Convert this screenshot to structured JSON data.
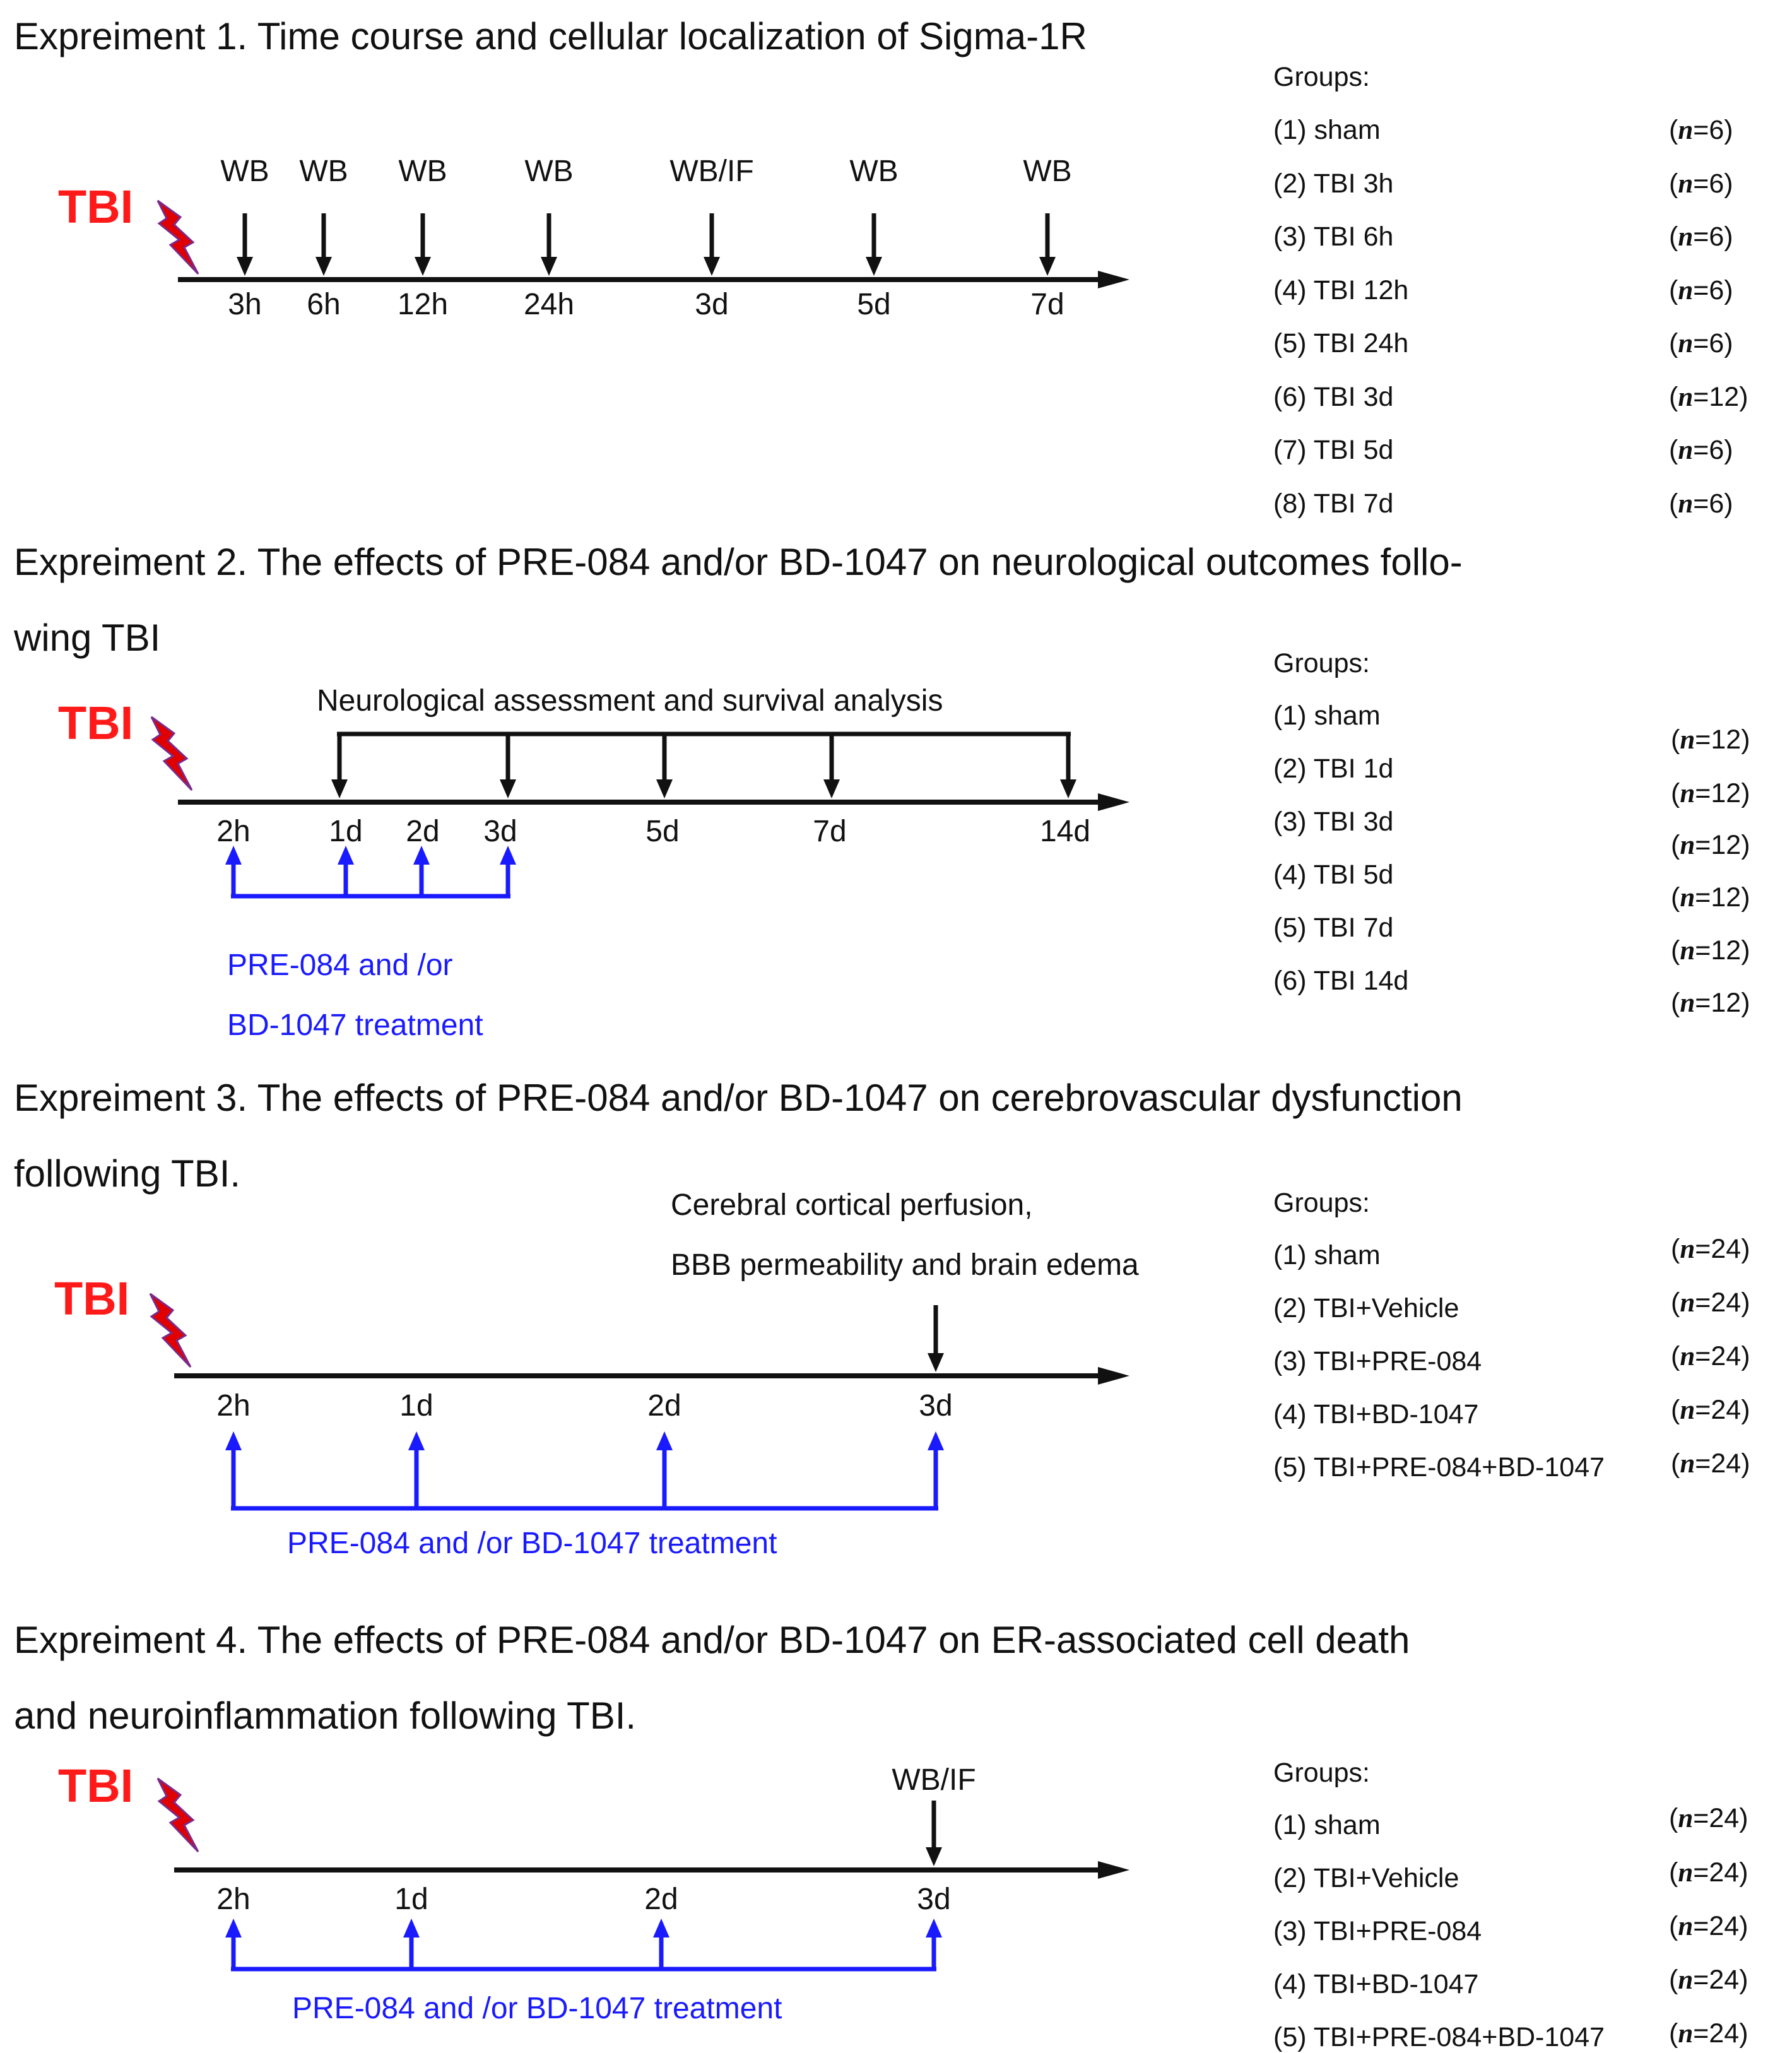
{
  "experiments": [
    {
      "title": "Expreiment 1. Time course and cellular localization of Sigma-1R",
      "title_lines": [
        "Expreiment 1. Time course and cellular localization of Sigma-1R"
      ],
      "tbi_label": "TBI",
      "events": [
        "WB",
        "WB",
        "WB",
        "WB",
        "WB/IF",
        "WB",
        "WB"
      ],
      "ticks": [
        "3h",
        "6h",
        "12h",
        "24h",
        "3d",
        "5d",
        "7d"
      ],
      "groups_heading": "Groups:",
      "groups": [
        {
          "label": "(1) sham",
          "n": "6"
        },
        {
          "label": "(2) TBI 3h",
          "n": "6"
        },
        {
          "label": "(3) TBI 6h",
          "n": "6"
        },
        {
          "label": "(4) TBI 12h",
          "n": "6"
        },
        {
          "label": "(5) TBI 24h",
          "n": "6"
        },
        {
          "label": "(6) TBI 3d",
          "n": "12"
        },
        {
          "label": "(7) TBI 5d",
          "n": "6"
        },
        {
          "label": "(8) TBI 7d",
          "n": "6"
        }
      ]
    },
    {
      "title_lines": [
        "Expreiment 2. The effects of PRE-084 and/or BD-1047 on neurological outcomes follo-",
        "wing TBI"
      ],
      "tbi_label": "TBI",
      "assessment_label": "Neurological assessment and survival analysis",
      "ticks": [
        "2h",
        "1d",
        "2d",
        "3d",
        "5d",
        "7d",
        "14d"
      ],
      "treatment_lines": [
        "PRE-084 and /or",
        "BD-1047 treatment"
      ],
      "groups_heading": "Groups:",
      "groups": [
        {
          "label": "(1) sham",
          "n": "12"
        },
        {
          "label": "(2) TBI 1d",
          "n": "12"
        },
        {
          "label": "(3) TBI 3d",
          "n": "12"
        },
        {
          "label": "(4) TBI 5d",
          "n": "12"
        },
        {
          "label": "(5) TBI 7d",
          "n": "12"
        },
        {
          "label": "(6) TBI 14d",
          "n": "12"
        }
      ]
    },
    {
      "title_lines": [
        "Expreiment 3. The effects of  PRE-084 and/or BD-1047 on cerebrovascular dysfunction",
        "following TBI."
      ],
      "tbi_label": "TBI",
      "assessment_lines": [
        "Cerebral cortical perfusion,",
        "BBB permeability and brain edema"
      ],
      "ticks": [
        "2h",
        "1d",
        "2d",
        "3d"
      ],
      "treatment_label": "PRE-084 and /or BD-1047 treatment",
      "groups_heading": "Groups:",
      "groups": [
        {
          "label": "(1) sham",
          "n": "24"
        },
        {
          "label": "(2) TBI+Vehicle",
          "n": "24"
        },
        {
          "label": "(3) TBI+PRE-084",
          "n": "24"
        },
        {
          "label": "(4) TBI+BD-1047",
          "n": "24"
        },
        {
          "label": "(5) TBI+PRE-084+BD-1047",
          "n": "24"
        }
      ]
    },
    {
      "title_lines": [
        "Expreiment 4. The effects of PRE-084 and/or BD-1047 on ER-associated cell death",
        "and neuroinflammation following TBI."
      ],
      "tbi_label": "TBI",
      "event_label": "WB/IF",
      "ticks": [
        "2h",
        "1d",
        "2d",
        "3d"
      ],
      "treatment_label": "PRE-084 and /or BD-1047 treatment",
      "groups_heading": "Groups:",
      "groups": [
        {
          "label": "(1) sham",
          "n": "24"
        },
        {
          "label": "(2) TBI+Vehicle",
          "n": "24"
        },
        {
          "label": "(3) TBI+PRE-084",
          "n": "24"
        },
        {
          "label": "(4) TBI+BD-1047",
          "n": "24"
        },
        {
          "label": "(5) TBI+PRE-084+BD-1047",
          "n": "24"
        }
      ]
    }
  ],
  "n_prefix": "n",
  "colors": {
    "tbi": "#ff1a1a",
    "treatment": "#1a1aff",
    "axis": "#111111",
    "lightning": "#e00000"
  }
}
